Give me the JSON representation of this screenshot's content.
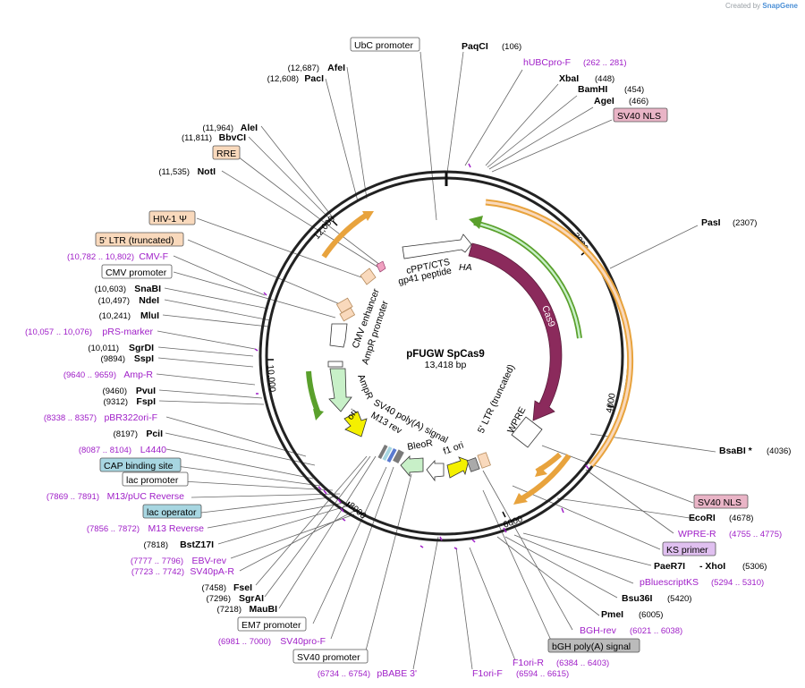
{
  "credit": {
    "created_by": "Created by",
    "brand": "SnapGene"
  },
  "plasmid": {
    "name": "pFUGW SpCas9",
    "size": "13,418 bp"
  },
  "ticks": [
    "2000",
    "4000",
    "6000",
    "8000",
    "10,000",
    "12,000"
  ],
  "inner_features": [
    "cPPT/CTS",
    "gp41 peptide",
    "HA",
    "Cas9",
    "CMV enhancer",
    "AmpR promoter",
    "AmpR",
    "SV40 poly(A) signal",
    "M13 rev",
    "ori",
    "BleoR",
    "f1 ori",
    "5' LTR (truncated)",
    "WPRE"
  ],
  "feature_boxes": {
    "ubc": "UbC promoter",
    "sv40nls_top": "SV40 NLS",
    "rre": "RRE",
    "hiv": "HIV-1 Ψ",
    "ltr": "5' LTR (truncated)",
    "cmv": "CMV promoter",
    "cap": "CAP binding site",
    "lacprom": "lac promoter",
    "lacop": "lac operator",
    "em7": "EM7 promoter",
    "sv40prom": "SV40 promoter",
    "sv40nls_bot": "SV40 NLS",
    "ks": "KS primer",
    "bgh": "bGH poly(A) signal"
  },
  "sites": {
    "paqci": {
      "name": "PaqCI",
      "pos": "(106)"
    },
    "xbai": {
      "name": "XbaI",
      "pos": "(448)"
    },
    "bamhi": {
      "name": "BamHI",
      "pos": "(454)"
    },
    "agei": {
      "name": "AgeI",
      "pos": "(466)"
    },
    "pasi": {
      "name": "PasI",
      "pos": "(2307)"
    },
    "bsabi": {
      "name": "BsaBI *",
      "pos": "(4036)"
    },
    "ecori": {
      "name": "EcoRI",
      "pos": "(4678)"
    },
    "paer7i": {
      "name": "PaeR7I",
      "sep": "- XhoI",
      "pos": "(5306)"
    },
    "bsu36i": {
      "name": "Bsu36I",
      "pos": "(5420)"
    },
    "pmei": {
      "name": "PmeI",
      "pos": "(6005)"
    },
    "afei": {
      "name": "AfeI",
      "pos": "(12,687)"
    },
    "paci": {
      "name": "PacI",
      "pos": "(12,608)"
    },
    "alei": {
      "name": "AleI",
      "pos": "(11,964)"
    },
    "bbvci": {
      "name": "BbvCI",
      "pos": "(11,811)"
    },
    "noti": {
      "name": "NotI",
      "pos": "(11,535)"
    },
    "snabi": {
      "name": "SnaBI",
      "pos": "(10,603)"
    },
    "ndei": {
      "name": "NdeI",
      "pos": "(10,497)"
    },
    "mlui": {
      "name": "MluI",
      "pos": "(10,241)"
    },
    "sgrdi": {
      "name": "SgrDI",
      "pos": "(10,011)"
    },
    "sspi": {
      "name": "SspI",
      "pos": "(9894)"
    },
    "pvui": {
      "name": "PvuI",
      "pos": "(9460)"
    },
    "fspi": {
      "name": "FspI",
      "pos": "(9312)"
    },
    "pcii": {
      "name": "PciI",
      "pos": "(8197)"
    },
    "bstz17i": {
      "name": "BstZ17I",
      "pos": "(7818)"
    },
    "fsei": {
      "name": "FseI",
      "pos": "(7458)"
    },
    "sgrai": {
      "name": "SgrAI",
      "pos": "(7296)"
    },
    "maubi": {
      "name": "MauBI",
      "pos": "(7218)"
    }
  },
  "primers": {
    "hubc": {
      "name": "hUBCpro-F",
      "pos": "(262 .. 281)"
    },
    "cmvf": {
      "name": "CMV-F",
      "pos": "(10,782 .. 10,802)"
    },
    "prs": {
      "name": "pRS-marker",
      "pos": "(10,057 .. 10,076)"
    },
    "ampr": {
      "name": "Amp-R",
      "pos": "(9640 .. 9659)"
    },
    "pbr": {
      "name": "pBR322ori-F",
      "pos": "(8338 .. 8357)"
    },
    "l4440": {
      "name": "L4440",
      "pos": "(8087 .. 8104)"
    },
    "m13puc": {
      "name": "M13/pUC Reverse",
      "pos": "(7869 .. 7891)"
    },
    "m13rev": {
      "name": "M13 Reverse",
      "pos": "(7856 .. 7872)"
    },
    "ebv": {
      "name": "EBV-rev",
      "pos": "(7777 .. 7796)"
    },
    "sv40pa": {
      "name": "SV40pA-R",
      "pos": "(7723 .. 7742)"
    },
    "sv40pro": {
      "name": "SV40pro-F",
      "pos": "(6981 .. 7000)"
    },
    "pbabe": {
      "name": "pBABE 3'",
      "pos": "(6734 .. 6754)"
    },
    "f1f": {
      "name": "F1ori-F",
      "pos": "(6594 .. 6615)"
    },
    "f1r": {
      "name": "F1ori-R",
      "pos": "(6384 .. 6403)"
    },
    "bgh": {
      "name": "BGH-rev",
      "pos": "(6021 .. 6038)"
    },
    "pbks": {
      "name": "pBluescriptKS",
      "pos": "(5294 .. 5310)"
    },
    "wpre": {
      "name": "WPRE-R",
      "pos": "(4755 .. 4775)"
    }
  },
  "colors": {
    "cas9": "#8b2a5c",
    "sv40nls": "#e9b4c6",
    "orange_feature": "#f9d9bc",
    "green_arrow": "#5aa02c",
    "orange_arrow": "#e8a33d",
    "ori_yellow": "#f4f000",
    "ampr_green": "#c8f0c8",
    "cap_blue": "#a7d6e1",
    "primer_purple": "#a020c8"
  }
}
